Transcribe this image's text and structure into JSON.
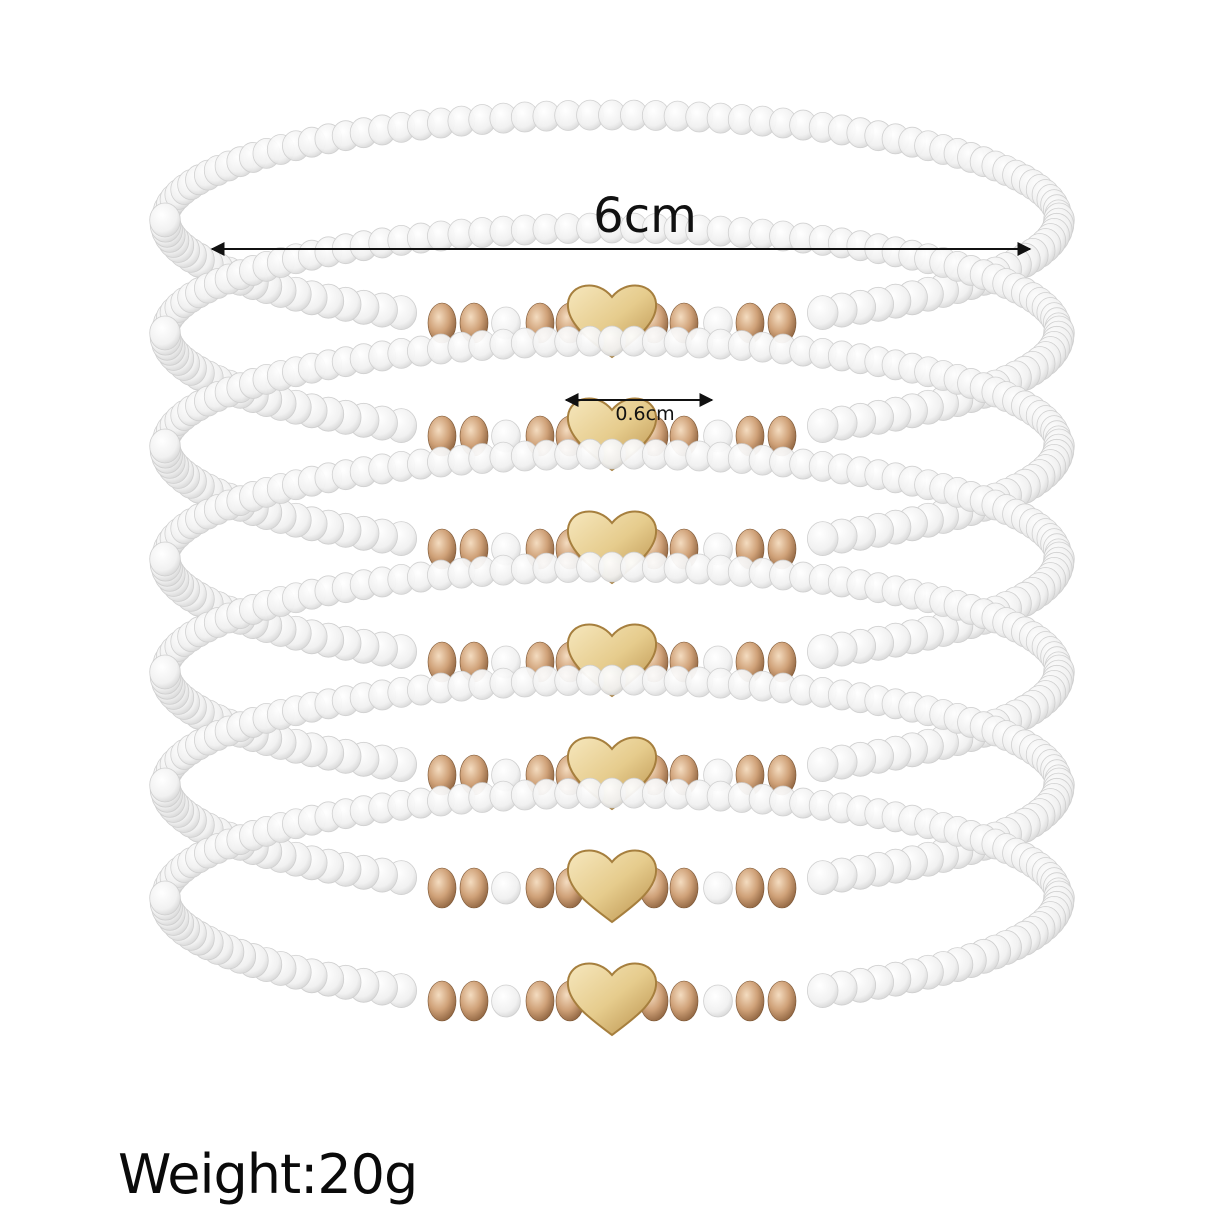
{
  "product_photo": {
    "subject": "white seed bead stretch bracelets with gold heart charm",
    "bracelet_count": 7,
    "colors": {
      "bead_white": "#f4f4f4",
      "bead_shadow": "#d9d9d9",
      "gold_bead": "#c99b6e",
      "heart_gold": "#e3c98a",
      "background": "#ffffff"
    }
  },
  "dimensions": {
    "diameter_label": "6cm",
    "charm_label": "0.6cm"
  },
  "weight": {
    "label": "Weight:20g"
  }
}
